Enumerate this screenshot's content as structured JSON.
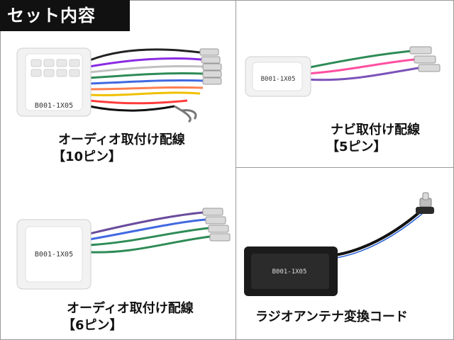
{
  "header": {
    "badge": "セット内容"
  },
  "panels": [
    {
      "id": "p1",
      "title": "オーディオ取付け配線",
      "pins": "【10ピン】",
      "part_code": "B001-1X05"
    },
    {
      "id": "p2",
      "title": "ナビ取付け配線",
      "pins": "【5ピン】",
      "part_code": "B001-1X05"
    },
    {
      "id": "p3",
      "title": "オーディオ取付け配線",
      "pins": "【6ピン】",
      "part_code": "B001-1X05"
    },
    {
      "id": "p4",
      "title": "ラジオアンテナ変換コード",
      "part_code": "B001-1X05"
    }
  ],
  "colors": {
    "connector_white": "#f1f1f1",
    "connector_black": "#1b1b1b",
    "badge_bg": "#111111"
  }
}
